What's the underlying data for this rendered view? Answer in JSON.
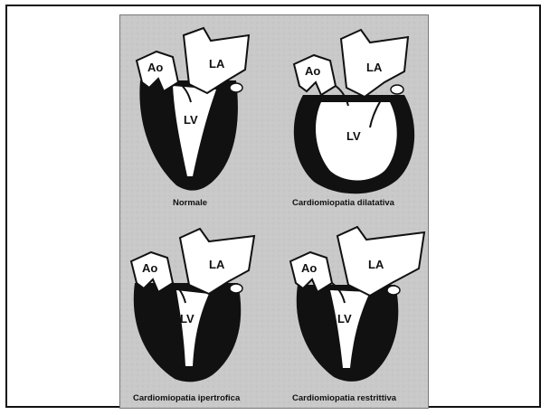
{
  "panels": [
    {
      "id": "normal",
      "caption": "Normale",
      "labels": {
        "aorta": "Ao",
        "left_atrium": "LA",
        "left_ventricle": "LV"
      }
    },
    {
      "id": "dilated",
      "caption": "Cardiomiopatia dilatativa",
      "labels": {
        "aorta": "Ao",
        "left_atrium": "LA",
        "left_ventricle": "LV"
      }
    },
    {
      "id": "hypertrophic",
      "caption": "Cardiomiopatia ipertrofica",
      "labels": {
        "aorta": "Ao",
        "left_atrium": "LA",
        "left_ventricle": "LV"
      }
    },
    {
      "id": "restrictive",
      "caption": "Cardiomiopatia restrittiva",
      "labels": {
        "aorta": "Ao",
        "left_atrium": "LA",
        "left_ventricle": "LV"
      }
    }
  ],
  "colors": {
    "background": "#c9c9c9",
    "myocardium": "#111111",
    "chamber": "#ffffff"
  }
}
